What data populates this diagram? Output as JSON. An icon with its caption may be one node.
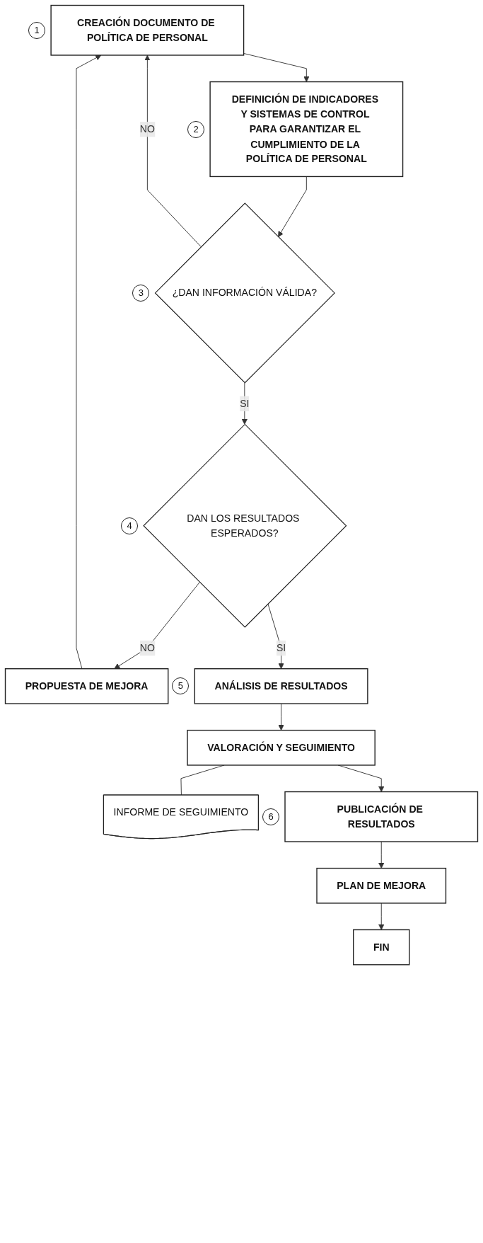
{
  "diagram": {
    "nodes": [
      {
        "text": [
          "CREACIÓN DOCUMENTO DE POLÍTICA DE PERSONAL"
        ],
        "beside": [
          "1"
        ]
      },
      {
        "text": [
          "DEFINICIÓN DE INDICADORES Y SISTEMAS DE CONTROL PARA GARANTIZAR EL CUMPLIMIENTO DE LA POLÍTICA DE PERSONAL"
        ],
        "beside": [
          "2"
        ]
      },
      {
        "text": [
          "¿DAN INFORMACIÓN VÁLIDA?"
        ],
        "beside": [
          "3"
        ]
      },
      {
        "text": [
          "DAN LOS RESULTADOS ESPERADOS?"
        ],
        "beside": [
          "4"
        ]
      },
      {
        "text": [
          "PROPUESTA DE MEJORA"
        ]
      },
      {
        "text": [
          "ANÁLISIS DE RESULTADOS"
        ],
        "beside": [
          "5"
        ]
      },
      {
        "text": [
          "VALORACIÓN Y SEGUIMIENTO"
        ]
      },
      {
        "text": [
          "INFORME DE SEGUIMIENTO"
        ]
      },
      {
        "text": [
          "PUBLICACIÓN DE RESULTADOS"
        ],
        "beside": [
          "6"
        ]
      },
      {
        "text": [
          "PLAN DE MEJORA"
        ]
      },
      {
        "text": [
          "FIN"
        ]
      }
    ],
    "edges": [
      {
        "from": 0,
        "to": 1,
        "arrow": "to"
      },
      {
        "from": 1,
        "to": 2,
        "arrow": "to"
      },
      {
        "from": 2,
        "to": 0,
        "arrow": "to",
        "label": "NO"
      },
      {
        "from": 2,
        "to": 3,
        "arrow": "to",
        "label": "SI"
      },
      {
        "from": 3,
        "to": 4,
        "arrow": "to",
        "label": "NO"
      },
      {
        "from": 4,
        "to": 0,
        "arrow": "to"
      },
      {
        "from": 3,
        "to": 5,
        "arrow": "to",
        "label": "SI"
      },
      {
        "from": 5,
        "to": 6,
        "arrow": "to"
      },
      {
        "from": 6,
        "to": 7,
        "arrow": "none"
      },
      {
        "from": 6,
        "to": 8,
        "arrow": "to"
      },
      {
        "from": 8,
        "to": 9,
        "arrow": "to"
      },
      {
        "from": 9,
        "to": 10,
        "arrow": "to"
      }
    ]
  }
}
